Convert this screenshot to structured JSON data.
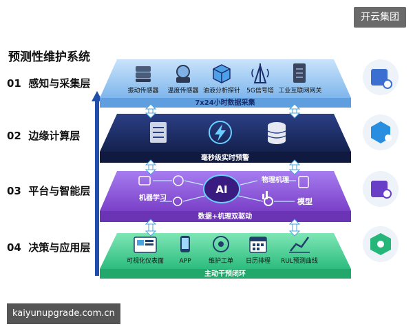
{
  "brand": "开云集团",
  "title": "预测性维护系统",
  "layers": [
    {
      "num": "01",
      "name": "感知与采集层",
      "caption": "7x24小时数据采集",
      "items": [
        "振动传感器",
        "温度传感器",
        "油液分析探针",
        "5G信号塔",
        "工业互联网网关"
      ]
    },
    {
      "num": "02",
      "name": "边缘计算层",
      "caption": "毫秒级实时预警",
      "items": []
    },
    {
      "num": "03",
      "name": "平台与智能层",
      "caption": "数据+机理双驱动",
      "items": [
        "机器学习",
        "物理机理",
        "模型",
        "AI"
      ]
    },
    {
      "num": "04",
      "name": "决策与应用层",
      "caption": "主动干预闭环",
      "items": [
        "可视化仪表面",
        "APP",
        "维护工单",
        "日历排程",
        "RUL预测曲线"
      ]
    }
  ],
  "watermark": "kaiyunupgrade.com.cn",
  "colors": {
    "layer1": "#8ec3f2",
    "layer2": "#1b2c6b",
    "layer3": "#8a52d8",
    "layer4": "#37c98b",
    "arrow": "#1f4fa8"
  }
}
